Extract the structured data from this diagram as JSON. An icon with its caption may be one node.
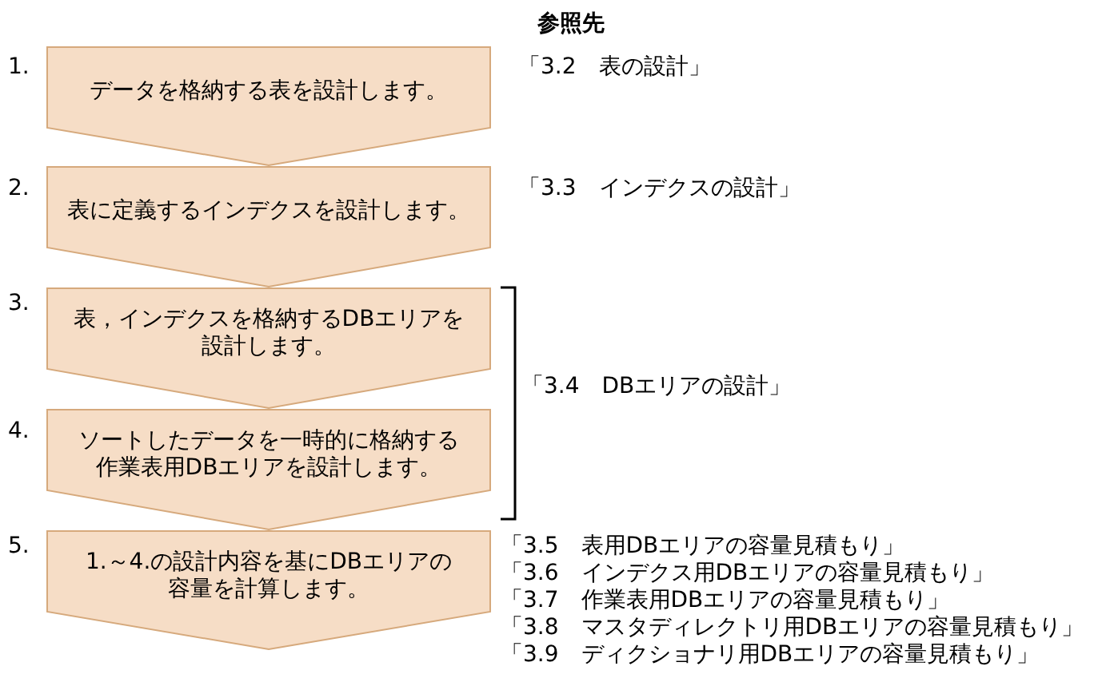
{
  "diagram": {
    "nodes": [
      {
        "text": [
          "データを格納する表を設計します。"
        ],
        "beside": [
          "1."
        ]
      },
      {
        "text": [
          "表に定義するインデクスを設計します。"
        ],
        "beside": [
          "2."
        ]
      },
      {
        "text": [
          "表，インデクスを格納するDBエリアを設計します。"
        ],
        "beside": [
          "3."
        ]
      },
      {
        "text": [
          "ソートしたデータを一時的に格納する作業表用DBエリアを設計します。"
        ],
        "beside": [
          "4."
        ]
      },
      {
        "text": [
          "1.～4.の設計内容を基にDBエリアの容量を計算します。"
        ],
        "beside": [
          "5."
        ]
      }
    ],
    "labels": [
      "参照先",
      "「3.2　表の設計」",
      "「3.3　インデクスの設計」",
      "「3.4　DBエリアの設計」",
      "「3.5　表用DBエリアの容量見積もり」",
      "「3.6　インデクス用DBエリアの容量見積もり」",
      "「3.7　作業表用DBエリアの容量見積もり」",
      "「3.8　マスタディレクトリ用DBエリアの容量見積もり」",
      "「3.9　ディクショナリ用DBエリアの容量見積もり」"
    ]
  }
}
